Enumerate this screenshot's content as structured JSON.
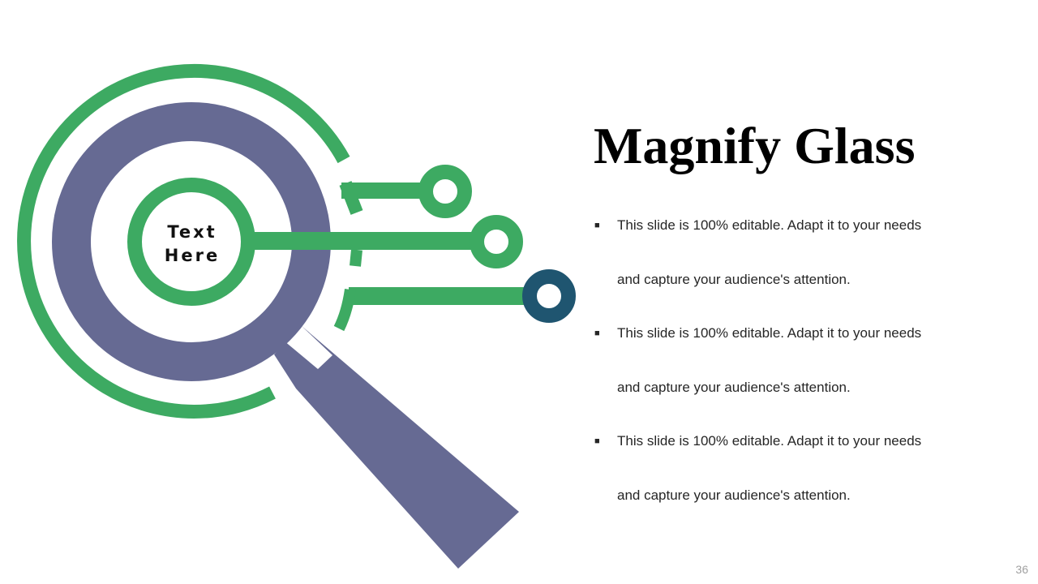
{
  "slide": {
    "title": "Magnify Glass",
    "center_label_line1": "Text",
    "center_label_line2": "Here",
    "bullets": [
      {
        "line1": "This slide is 100% editable. Adapt it to your needs",
        "line2": "and capture your audience's attention."
      },
      {
        "line1": "This slide is 100% editable. Adapt it to your needs",
        "line2": "and capture your audience's attention."
      },
      {
        "line1": "This slide is 100% editable. Adapt it to your needs",
        "line2": "and capture your audience's attention."
      }
    ],
    "page_number": "36"
  },
  "colors": {
    "green": "#3daa62",
    "purple": "#666a93",
    "navy": "#1f5570",
    "text": "#262626"
  }
}
